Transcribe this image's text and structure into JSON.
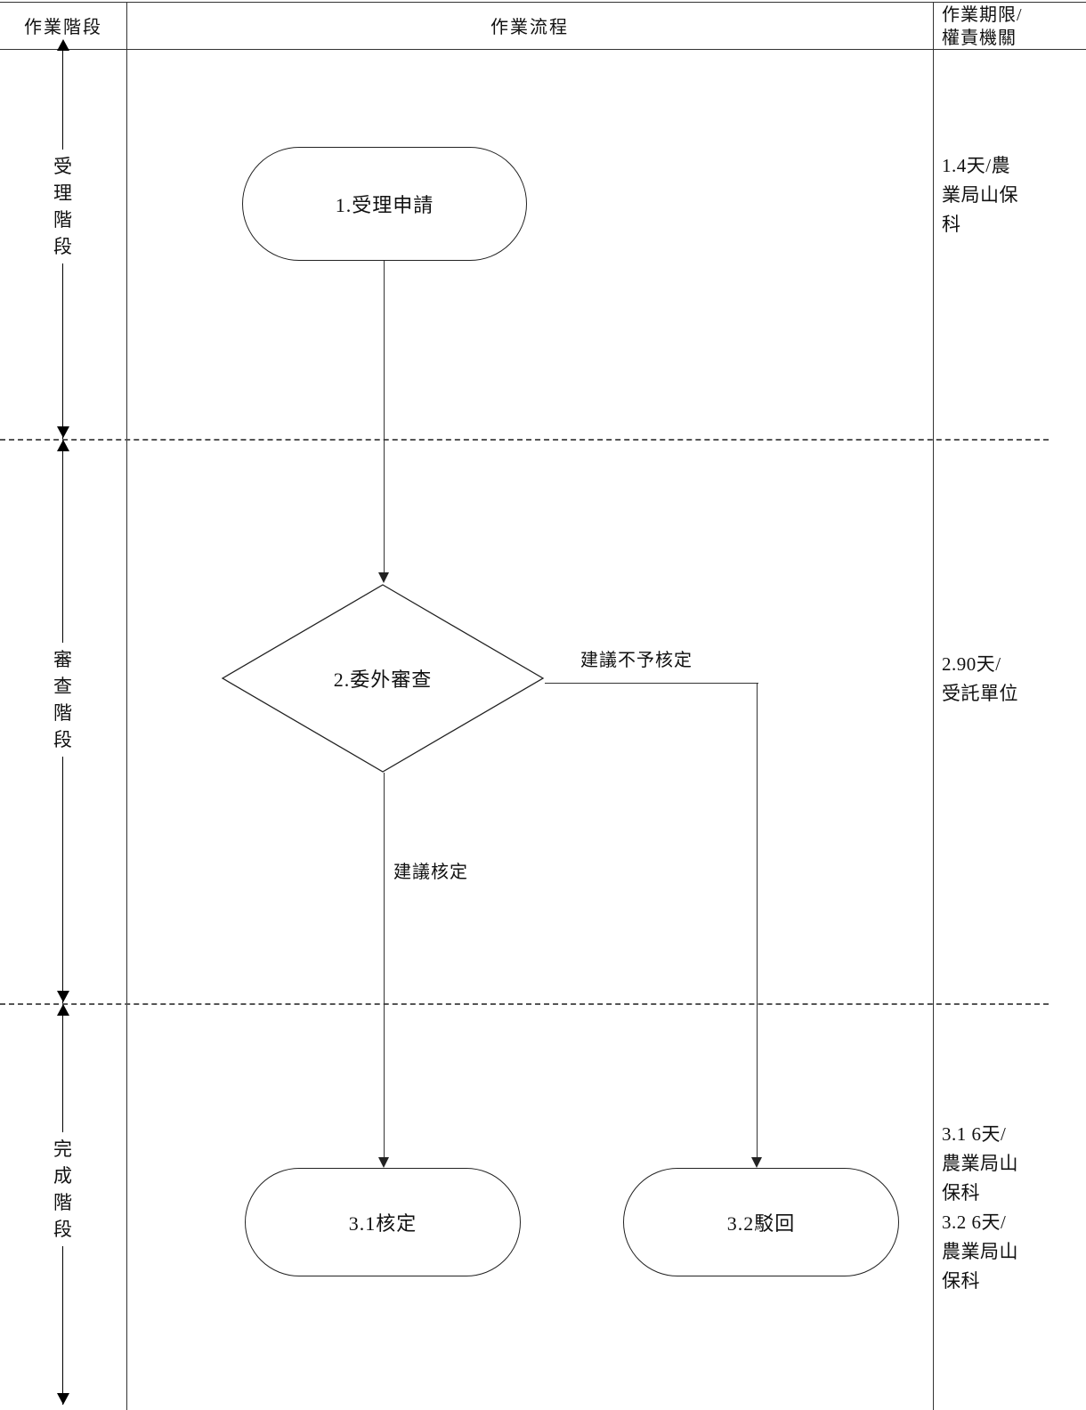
{
  "header": {
    "stage_column": "作業階段",
    "flow_column": "作業流程",
    "dept_column_line1": "作業期限/",
    "dept_column_line2": "權責機關"
  },
  "stages": [
    {
      "id": "intake",
      "label_chars": [
        "受",
        "理",
        "階",
        "段"
      ]
    },
    {
      "id": "review",
      "label_chars": [
        "審",
        "查",
        "階",
        "段"
      ]
    },
    {
      "id": "complete",
      "label_chars": [
        "完",
        "成",
        "階",
        "段"
      ]
    }
  ],
  "nodes": [
    {
      "id": "n1",
      "label": "1.受理申請",
      "shape": "stadium"
    },
    {
      "id": "n2",
      "label": "2.委外審查",
      "shape": "diamond"
    },
    {
      "id": "n31",
      "label": "3.1核定",
      "shape": "stadium"
    },
    {
      "id": "n32",
      "label": "3.2駁回",
      "shape": "stadium"
    }
  ],
  "edge_labels": {
    "reject": "建議不予核定",
    "approve": "建議核定"
  },
  "dept_notes": [
    {
      "id": "note1",
      "lines": [
        "1.4天/農",
        "業局山保",
        "科"
      ]
    },
    {
      "id": "note2",
      "lines": [
        "2.90天/",
        "受託單位"
      ]
    },
    {
      "id": "note3",
      "lines": [
        "3.1 6天/",
        "農業局山",
        "保科",
        "3.2 6天/",
        "農業局山",
        "保科"
      ]
    }
  ],
  "colors": {
    "line": "#333333",
    "text": "#111111",
    "divider": "#555555",
    "background": "#ffffff"
  }
}
